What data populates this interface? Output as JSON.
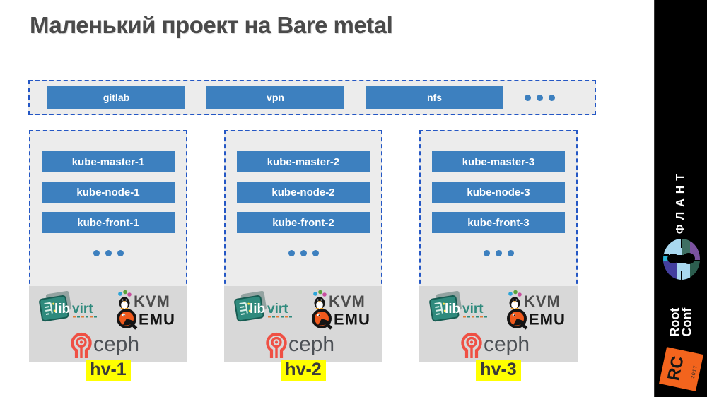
{
  "slide": {
    "title": "Маленький проект на Bare metal"
  },
  "services_band": {
    "items": [
      "gitlab",
      "vpn",
      "nfs"
    ],
    "more_icon": "ellipsis"
  },
  "hypervisors": [
    {
      "label": "hv-1",
      "vms": [
        "kube-master-1",
        "kube-node-1",
        "kube-front-1"
      ],
      "more_icon": "ellipsis"
    },
    {
      "label": "hv-2",
      "vms": [
        "kube-master-2",
        "kube-node-2",
        "kube-front-2"
      ],
      "more_icon": "ellipsis"
    },
    {
      "label": "hv-3",
      "vms": [
        "kube-master-3",
        "kube-node-3",
        "kube-front-3"
      ],
      "more_icon": "ellipsis"
    }
  ],
  "host_stack": {
    "libvirt": {
      "text_lib": "lib",
      "text_virt": "virt"
    },
    "kvm": {
      "label": "KVM"
    },
    "qemu": {
      "label": "EMU"
    },
    "ceph": {
      "label": "ceph"
    }
  },
  "sidebar": {
    "brand": "ФЛАНТ",
    "conf_name_line1": "Root",
    "conf_name_line2": "Conf",
    "badge": "RC",
    "badge_year": "2017"
  },
  "colors": {
    "accent_blue": "#3d80bf",
    "dashed_border_blue": "#2457c5",
    "panel_gray": "#ececec",
    "host_gray": "#d8d8d8",
    "highlight_yellow": "#ffff00",
    "title_gray": "#4a4a4a",
    "ceph_coral": "#ef5044",
    "libvirt_teal": "#2f8a7d",
    "badge_orange": "#f3641d",
    "sidebar_black": "#000000"
  }
}
